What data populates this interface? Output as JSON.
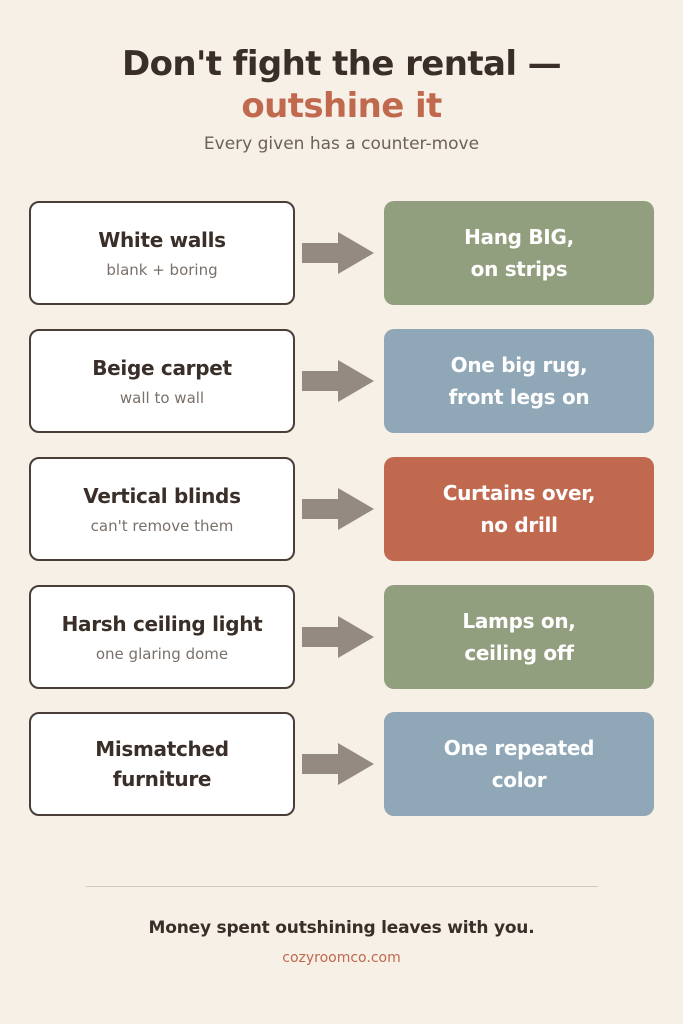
{
  "header": {
    "title": "Don't fight the rental —",
    "title_accent": "outshine it",
    "subtitle": "Every given has a counter-move"
  },
  "rows": [
    {
      "given": "White walls",
      "given_sub": "blank + boring",
      "move": "Hang BIG,\non strips",
      "move_color": "#929f7f"
    },
    {
      "given": "Beige carpet",
      "given_sub": "wall to wall",
      "move": "One big rug,\nfront legs on",
      "move_color": "#8fa7b7"
    },
    {
      "given": "Vertical blinds",
      "given_sub": "can't remove them",
      "move": "Curtains over,\nno drill",
      "move_color": "#c0694f"
    },
    {
      "given": "Harsh ceiling light",
      "given_sub": "one glaring dome",
      "move": "Lamps on,\nceiling off",
      "move_color": "#929f7f"
    },
    {
      "given": "Mismatched\nfurniture",
      "given_sub": "",
      "move": "One repeated\ncolor",
      "move_color": "#8fa7b7"
    }
  ],
  "arrow_icon": "right-arrow-icon",
  "arrow_color": "#948a81",
  "footer": {
    "text": "Money spent outshining leaves with you.",
    "url": "cozyroomco.com"
  }
}
